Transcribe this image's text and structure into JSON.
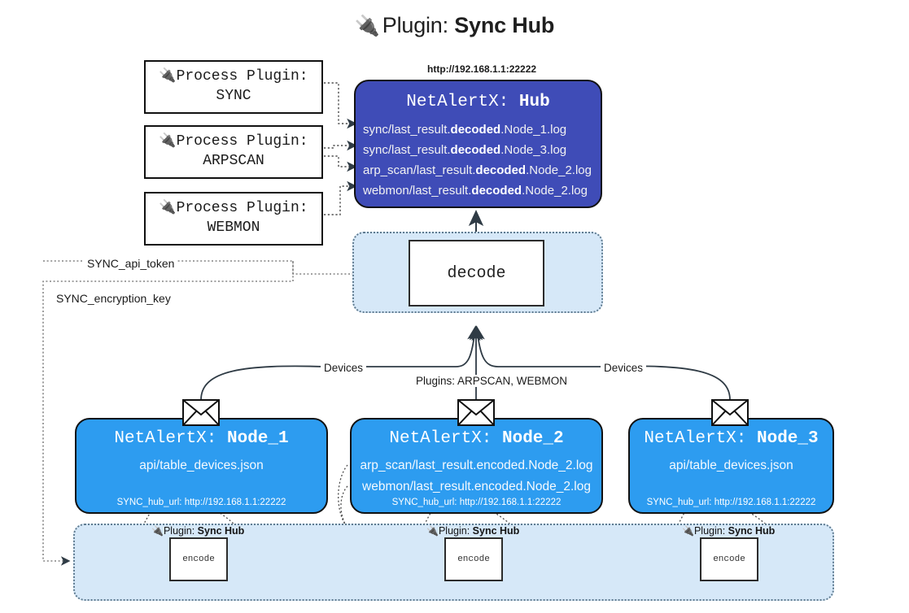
{
  "title": {
    "icon": "plug-icon",
    "glyph": "🔌",
    "prefix": "Plugin:",
    "name": "Sync Hub"
  },
  "process_plugins": [
    {
      "glyph": "🔌",
      "label": "Process Plugin:",
      "name": "SYNC"
    },
    {
      "glyph": "🔌",
      "label": "Process Plugin:",
      "name": "ARPSCAN"
    },
    {
      "glyph": "🔌",
      "label": "Process Plugin:",
      "name": "WEBMON"
    }
  ],
  "hub": {
    "url": "http://192.168.1.1:22222",
    "app": "NetAlertX:",
    "name": "Hub",
    "color": "#3f4cb7",
    "logs": [
      {
        "pre": "sync/last_result.",
        "em": "decoded",
        "post": ".Node_1.log"
      },
      {
        "pre": "sync/last_result.",
        "em": "decoded",
        "post": ".Node_3.log"
      },
      {
        "pre": "arp_scan/last_result.",
        "em": "decoded",
        "post": ".Node_2.log"
      },
      {
        "pre": "webmon/last_result.",
        "em": "decoded",
        "post": ".Node_2.log"
      }
    ]
  },
  "decode": {
    "label": "decode",
    "group_color": "#d6e8f8"
  },
  "keys": [
    {
      "label": "SYNC_api_token"
    },
    {
      "label": "SYNC_encryption_key"
    }
  ],
  "edge_labels": {
    "devices_left": "Devices",
    "plugins_center": "Plugins: ARPSCAN, WEBMON",
    "devices_right": "Devices"
  },
  "nodes": [
    {
      "app": "NetAlertX:",
      "name": "Node_1",
      "lines": [
        "api/table_devices.json"
      ],
      "footer": "SYNC_hub_url: http://192.168.1.1:22222",
      "color": "#2d9cf0"
    },
    {
      "app": "NetAlertX:",
      "name": "Node_2",
      "lines": [
        "arp_scan/last_result.encoded.Node_2.log",
        "webmon/last_result.encoded.Node_2.log"
      ],
      "footer": "SYNC_hub_url: http://192.168.1.1:22222",
      "color": "#2d9cf0"
    },
    {
      "app": "NetAlertX:",
      "name": "Node_3",
      "lines": [
        "api/table_devices.json"
      ],
      "footer": "SYNC_hub_url: http://192.168.1.1:22222",
      "color": "#2d9cf0"
    }
  ],
  "encoders": [
    {
      "glyph": "🔌",
      "caption_prefix": "Plugin:",
      "caption_name": "Sync Hub",
      "label": "encode"
    },
    {
      "glyph": "🔌",
      "caption_prefix": "Plugin:",
      "caption_name": "Sync Hub",
      "label": "encode"
    },
    {
      "glyph": "🔌",
      "caption_prefix": "Plugin:",
      "caption_name": "Sync Hub",
      "label": "encode"
    }
  ]
}
